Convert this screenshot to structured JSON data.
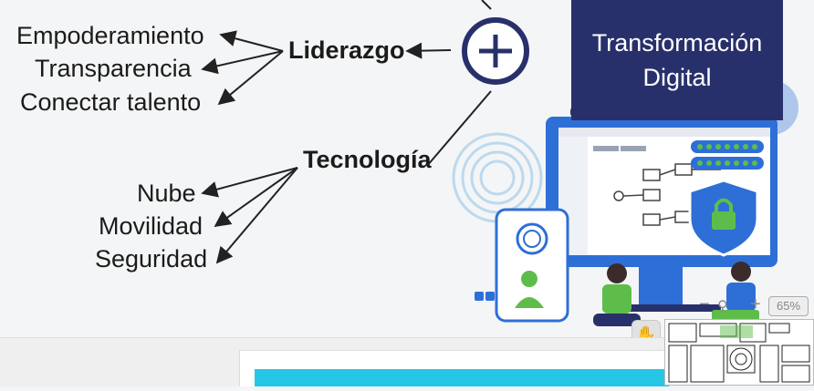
{
  "diagram": {
    "center_symbol": "+",
    "leadership": {
      "title": "Liderazgo",
      "items": [
        "Empoderamiento",
        "Transparencia",
        "Conectar talento"
      ]
    },
    "technology": {
      "title": "Tecnología",
      "items": [
        "Nube",
        "Movilidad",
        "Seguridad"
      ]
    },
    "image_caption": [
      "Transformación",
      "Digital"
    ]
  },
  "zoom": {
    "level": "65%",
    "minus_label": "−",
    "plus_label": "+"
  },
  "colors": {
    "navy": "#28306b",
    "accent_blue": "#2d6fd6",
    "cyan": "#26c6e6",
    "green": "#5ebd4a"
  },
  "icons": {
    "hand": "hand-tool-icon",
    "zoom": "magnifier-icon",
    "plus": "plus-circle-icon"
  }
}
